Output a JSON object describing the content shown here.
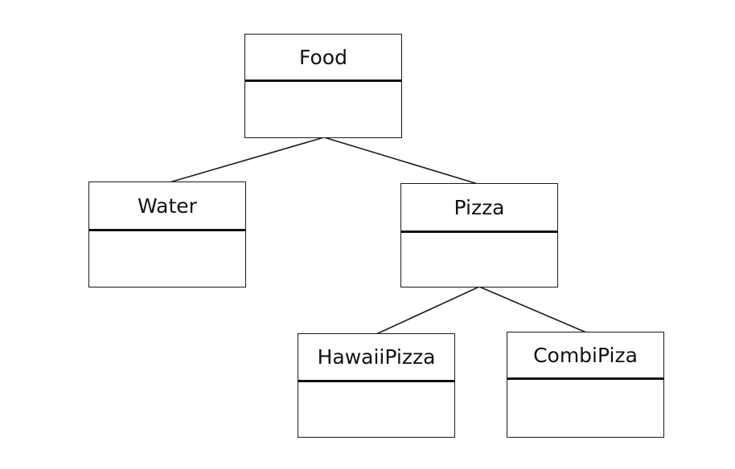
{
  "classes": {
    "food": {
      "name": "Food"
    },
    "water": {
      "name": "Water"
    },
    "pizza": {
      "name": "Pizza"
    },
    "hawaii_pizza": {
      "name": "HawaiiPizza"
    },
    "combi_piza": {
      "name": "CombiPiza"
    }
  },
  "relations": [
    {
      "from": "food",
      "to": "water"
    },
    {
      "from": "food",
      "to": "pizza"
    },
    {
      "from": "pizza",
      "to": "hawaii_pizza"
    },
    {
      "from": "pizza",
      "to": "combi_piza"
    }
  ],
  "colors": {
    "line": "#1a1a1a",
    "box_border": "#1a1a1a",
    "background": "#ffffff"
  }
}
